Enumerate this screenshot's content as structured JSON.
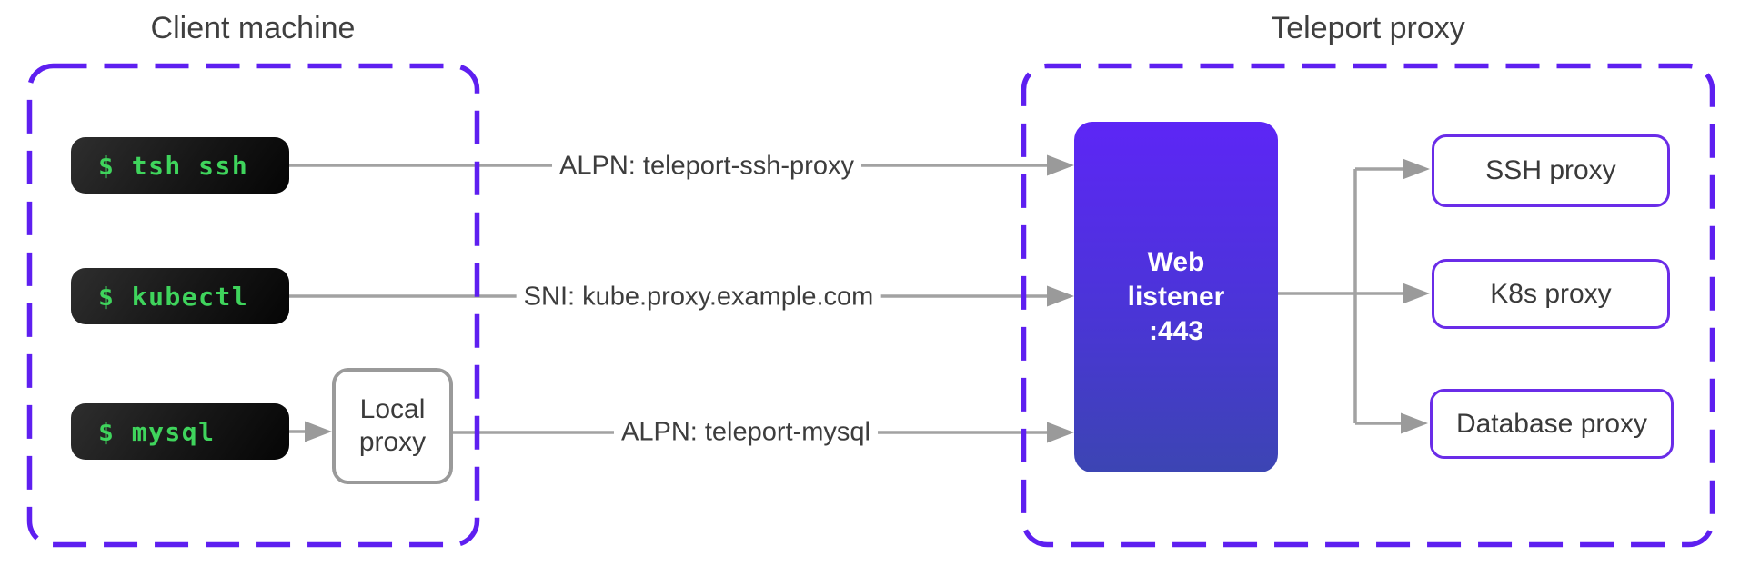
{
  "diagram": {
    "client": {
      "title": "Client machine",
      "terminals": [
        {
          "command": "$ tsh ssh"
        },
        {
          "command": "$ kubectl"
        },
        {
          "command": "$ mysql"
        }
      ],
      "local_proxy_label": "Local proxy"
    },
    "connections": [
      {
        "label": "ALPN: teleport-ssh-proxy"
      },
      {
        "label": "SNI: kube.proxy.example.com"
      },
      {
        "label": "ALPN: teleport-mysql"
      }
    ],
    "teleport": {
      "title": "Teleport proxy",
      "web_listener": {
        "lines": [
          "Web",
          "listener",
          ":443"
        ]
      },
      "proxies": [
        {
          "label": "SSH proxy"
        },
        {
          "label": "K8s proxy"
        },
        {
          "label": "Database proxy"
        }
      ]
    },
    "colors": {
      "accent_purple_dash": "#5e1ff0",
      "proxy_border_purple": "#6a2ce8",
      "terminal_green": "#3fd45c",
      "listener_gradient_top": "#5d26f6",
      "listener_gradient_bottom": "#3c45b3",
      "connector_gray": "#a2a2a2",
      "arrowhead_gray": "#9a9a9a",
      "text_dark": "#3d3d3d"
    }
  }
}
